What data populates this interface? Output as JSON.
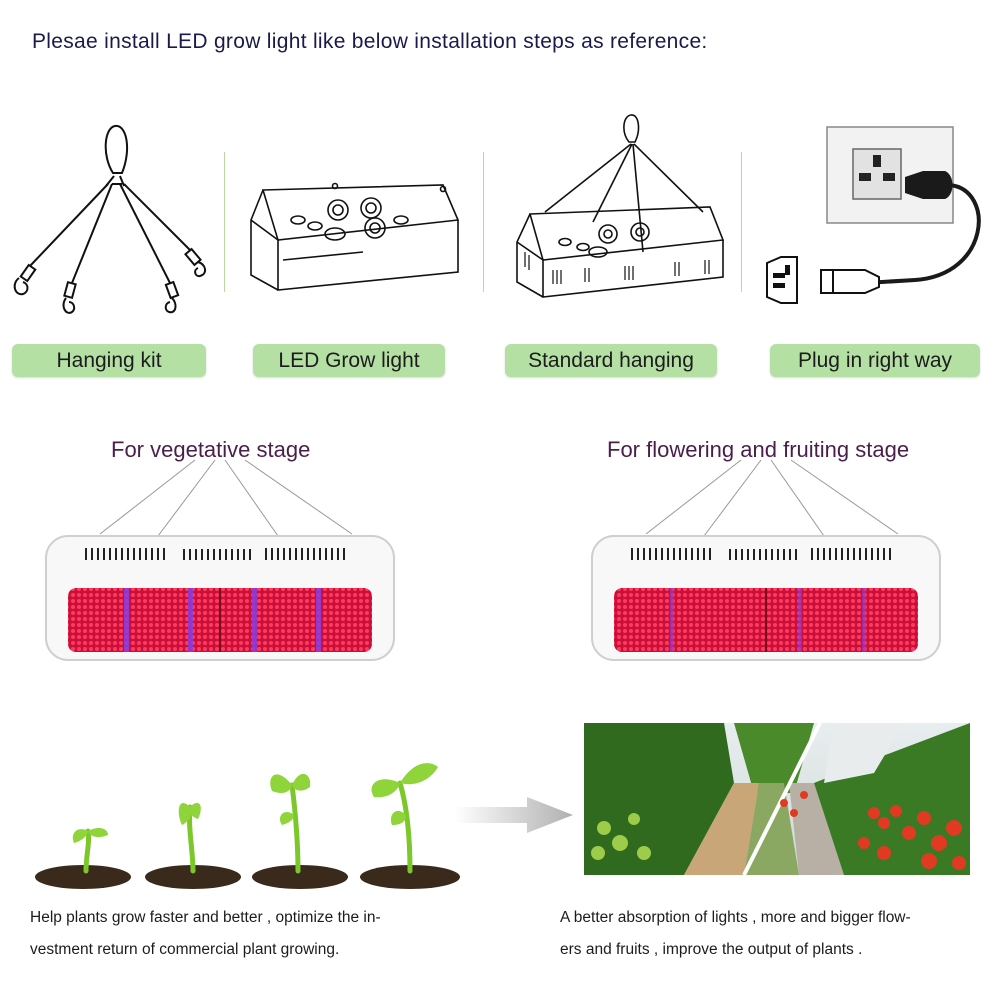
{
  "heading": "Plesae install LED grow light like below installation steps as reference:",
  "steps": [
    {
      "label": "Hanging kit"
    },
    {
      "label": "LED Grow light"
    },
    {
      "label": "Standard hanging"
    },
    {
      "label": "Plug in right way"
    }
  ],
  "stages": {
    "vegetative": "For vegetative stage",
    "flowering": "For flowering and fruiting stage"
  },
  "captions": {
    "left_line1": "Help plants grow faster and better , optimize the in-",
    "left_line2": "vestment return of commercial plant growing.",
    "right_line1": "A better absorption of lights , more and bigger flow-",
    "right_line2": "ers and fruits , improve the output of plants ."
  },
  "colors": {
    "label_bg": "#b4e0a4",
    "led_red": "#e0204a",
    "led_blue": "#8a3ce0",
    "heading_text": "#1a1a4a",
    "stage_text": "#4a1e4a"
  },
  "icons": [
    "hanging-kit-icon",
    "grow-light-outline-icon",
    "standard-hanging-icon",
    "power-plug-icon",
    "arrow-right-icon"
  ]
}
